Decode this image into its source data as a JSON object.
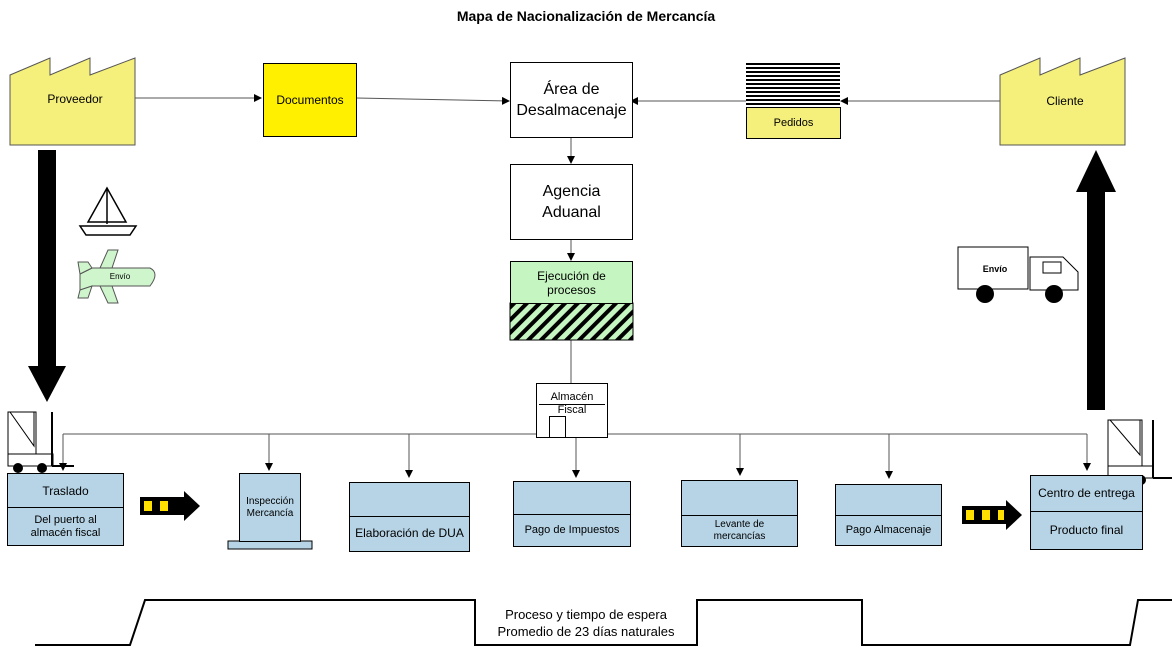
{
  "title": "Mapa de Nacionalización de Mercancía",
  "top_row": {
    "proveedor": "Proveedor",
    "documentos": "Documentos",
    "area_desalmacenaje": [
      "Área de",
      "Desalmacenaje"
    ],
    "pedidos": "Pedidos",
    "cliente": "Cliente"
  },
  "agencia": [
    "Agencia",
    "Aduanal"
  ],
  "ejecucion": [
    "Ejecución de",
    "procesos"
  ],
  "almacen_fiscal": [
    "Almacén",
    "Fiscal"
  ],
  "transport": {
    "plane_label": "Envío",
    "truck_label": "Envío"
  },
  "process": {
    "traslado": {
      "top": "Traslado",
      "bottom": [
        "Del puerto al",
        "almacén fiscal"
      ]
    },
    "inspeccion": [
      "Inspección",
      "Mercancía"
    ],
    "dua": "Elaboración de DUA",
    "impuestos": "Pago de Impuestos",
    "levante": [
      "Levante de",
      "mercancías"
    ],
    "almacenaje": "Pago Almacenaje",
    "centro": {
      "top": "Centro de entrega",
      "bottom": "Producto final"
    }
  },
  "timeline": [
    "Proceso y tiempo de espera",
    "Promedio de 23 días naturales"
  ],
  "colors": {
    "yellow": "#f5ef7c",
    "doc_yellow": "#fff000",
    "green": "#c5f5c0",
    "blue": "#b6d4e6",
    "plane": "#cef5cc"
  }
}
